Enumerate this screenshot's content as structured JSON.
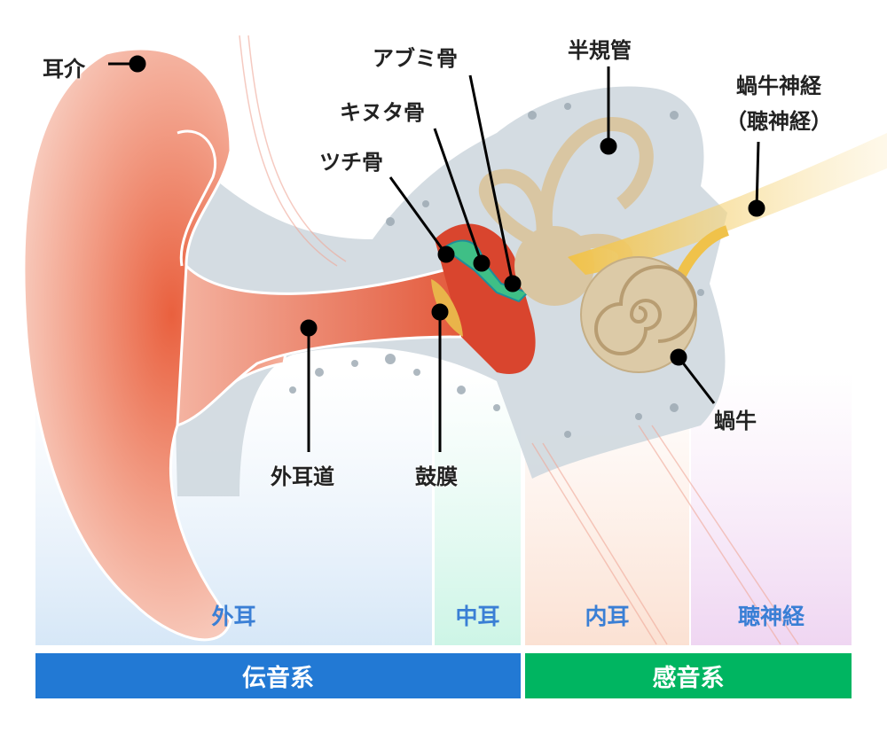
{
  "labels": {
    "pinna": "耳介",
    "stapes": "アブミ骨",
    "incus": "キヌタ骨",
    "malleus": "ツチ骨",
    "semicircular_canals": "半規管",
    "cochlear_nerve": "蝸牛神経",
    "auditory_nerve": "（聴神経）",
    "ear_canal": "外耳道",
    "eardrum": "鼓膜",
    "cochlea": "蝸牛"
  },
  "regions": {
    "outer_ear": "外耳",
    "middle_ear": "中耳",
    "inner_ear": "内耳",
    "auditory_nerve": "聴神経"
  },
  "systems": {
    "conductive": "伝音系",
    "sensorineural": "感音系"
  },
  "colors": {
    "conductive": "#2279d4",
    "sensorineural": "#00b561",
    "region_text": "#3a7fd5"
  }
}
